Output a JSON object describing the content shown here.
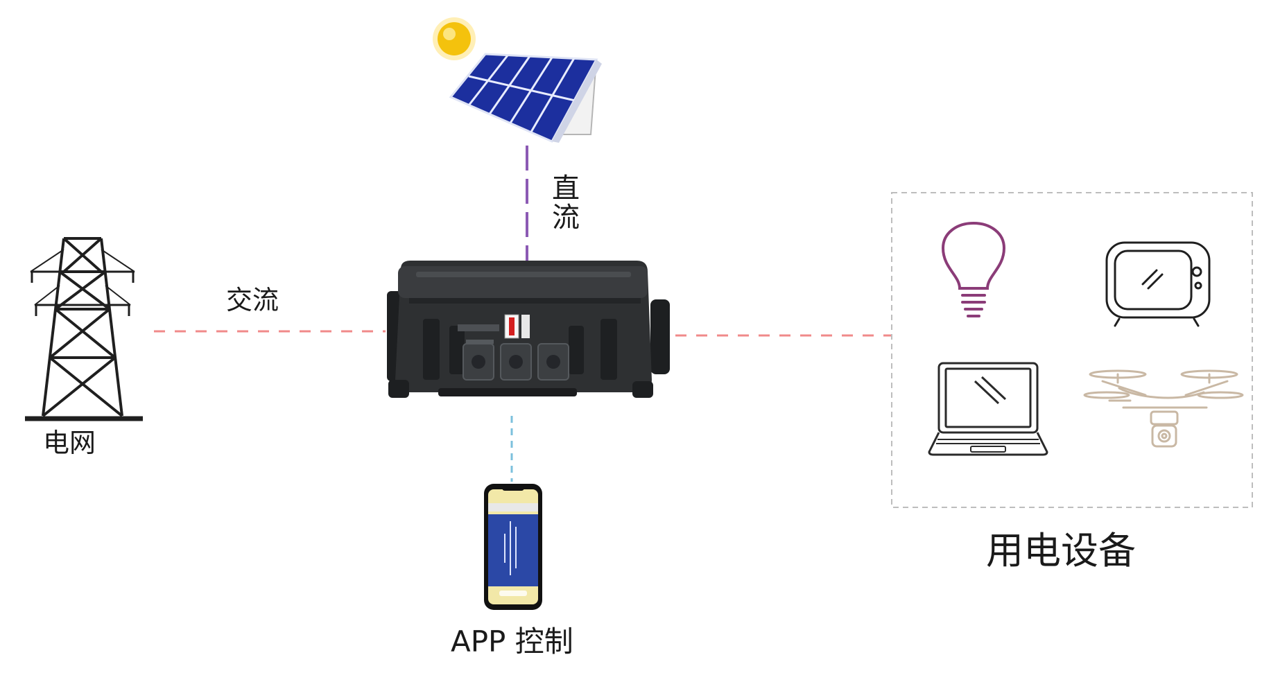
{
  "labels": {
    "grid": "电网",
    "ac": "交流",
    "dc": "直流",
    "app": "APP 控制",
    "devices": "用电设备"
  },
  "colors": {
    "ac_line": "#f08a8a",
    "dc_line": "#8c5ab4",
    "app_line": "#7cc0dc",
    "device_box": "#bdbdbd",
    "bulb": "#8b3c78",
    "panel_blue": "#1c2f9e",
    "sun": "#f4c20d",
    "case": "#2b2d2f"
  },
  "icons": [
    "power-tower-icon",
    "solar-panel-icon",
    "sun-icon",
    "power-station-icon",
    "smartphone-icon",
    "light-bulb-icon",
    "television-icon",
    "laptop-icon",
    "drone-icon"
  ]
}
